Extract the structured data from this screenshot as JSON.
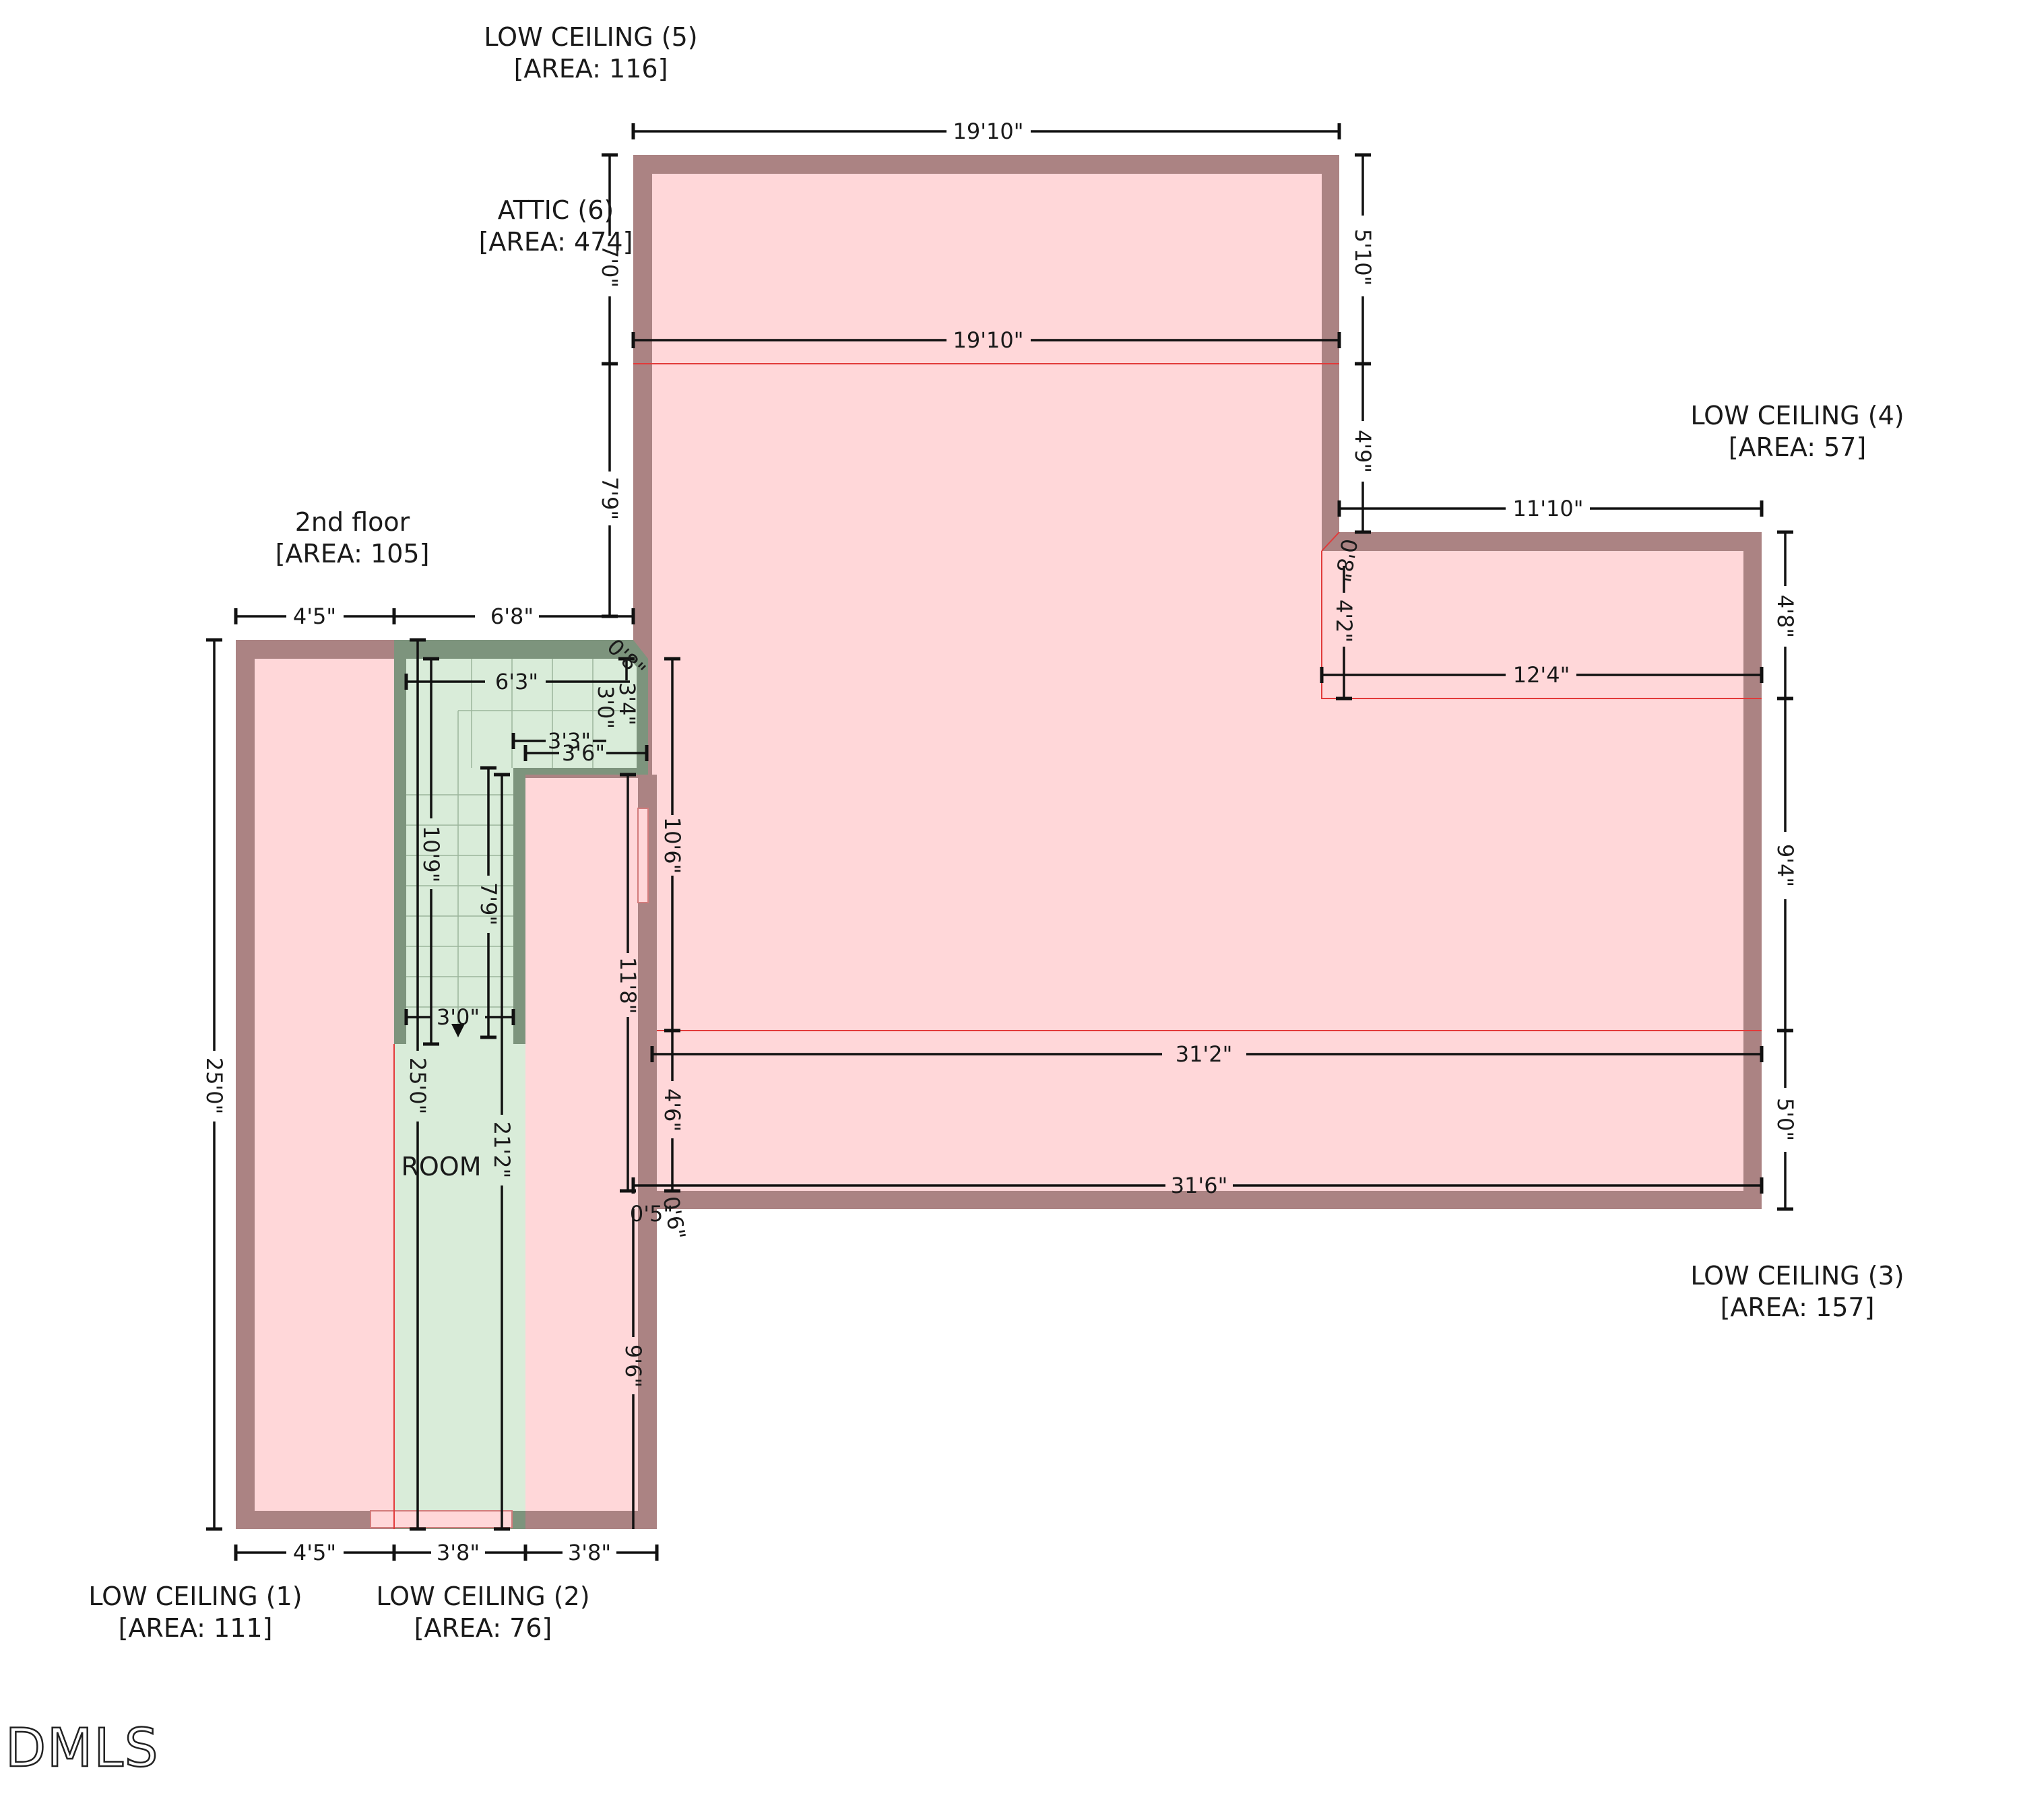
{
  "labels": {
    "lc5_title": "LOW CEILING (5)",
    "lc5_area": "[AREA: 116]",
    "attic_title": "ATTIC (6)",
    "attic_area": "[AREA: 474]",
    "lc4_title": "LOW CEILING (4)",
    "lc4_area": "[AREA: 57]",
    "floor_title": "2nd floor",
    "floor_area": "[AREA: 105]",
    "lc3_title": "LOW CEILING (3)",
    "lc3_area": "[AREA: 157]",
    "lc1_title": "LOW CEILING (1)",
    "lc1_area": "[AREA: 111]",
    "lc2_title": "LOW CEILING (2)",
    "lc2_area": "[AREA: 76]",
    "room": "ROOM",
    "watermark": "DMLS"
  },
  "dimensions": {
    "top_width": "19'10\"",
    "attic_width": "19'10\"",
    "right_upper": "5'10\"",
    "right_mid": "4'9\"",
    "left_upper": "7'0\"",
    "left_lower": "7'9\"",
    "lc4_width": "11'10\"",
    "lc4_inner_width": "12'4\"",
    "lc4_inner_height": "4'2\"",
    "lc4_corner": "0'8\"",
    "right_a": "4'8\"",
    "right_b": "9'4\"",
    "right_c": "5'0\"",
    "wide_a": "31'2\"",
    "wide_b": "31'6\"",
    "top_left_a": "4'5\"",
    "top_left_b": "6'8\"",
    "stair_w": "6'3\"",
    "stair_corner": "0'8\"",
    "stair_a": "3'4\"",
    "stair_b": "3'0\"",
    "stair_c": "3'3\"",
    "stair_d": "3'6\"",
    "stair_run": "10'9\"",
    "stair_inner": "7'9\"",
    "stair_bottom": "3'0\"",
    "left_total": "25'0\"",
    "room_h": "25'0\"",
    "room_h2": "21'2\"",
    "mid_a": "10'6\"",
    "mid_b": "11'8\"",
    "mid_c": "4'6\"",
    "mid_d": "0'5\"",
    "mid_e": "0'6\"",
    "lower_right": "9'6\"",
    "bottom_a": "4'5\"",
    "bottom_b": "3'8\"",
    "bottom_c": "3'8\""
  },
  "colors": {
    "wall": "#ab8383",
    "room": "#ffd7d9",
    "stair": "#d9ecd9",
    "stair_wall": "#7d947d"
  }
}
